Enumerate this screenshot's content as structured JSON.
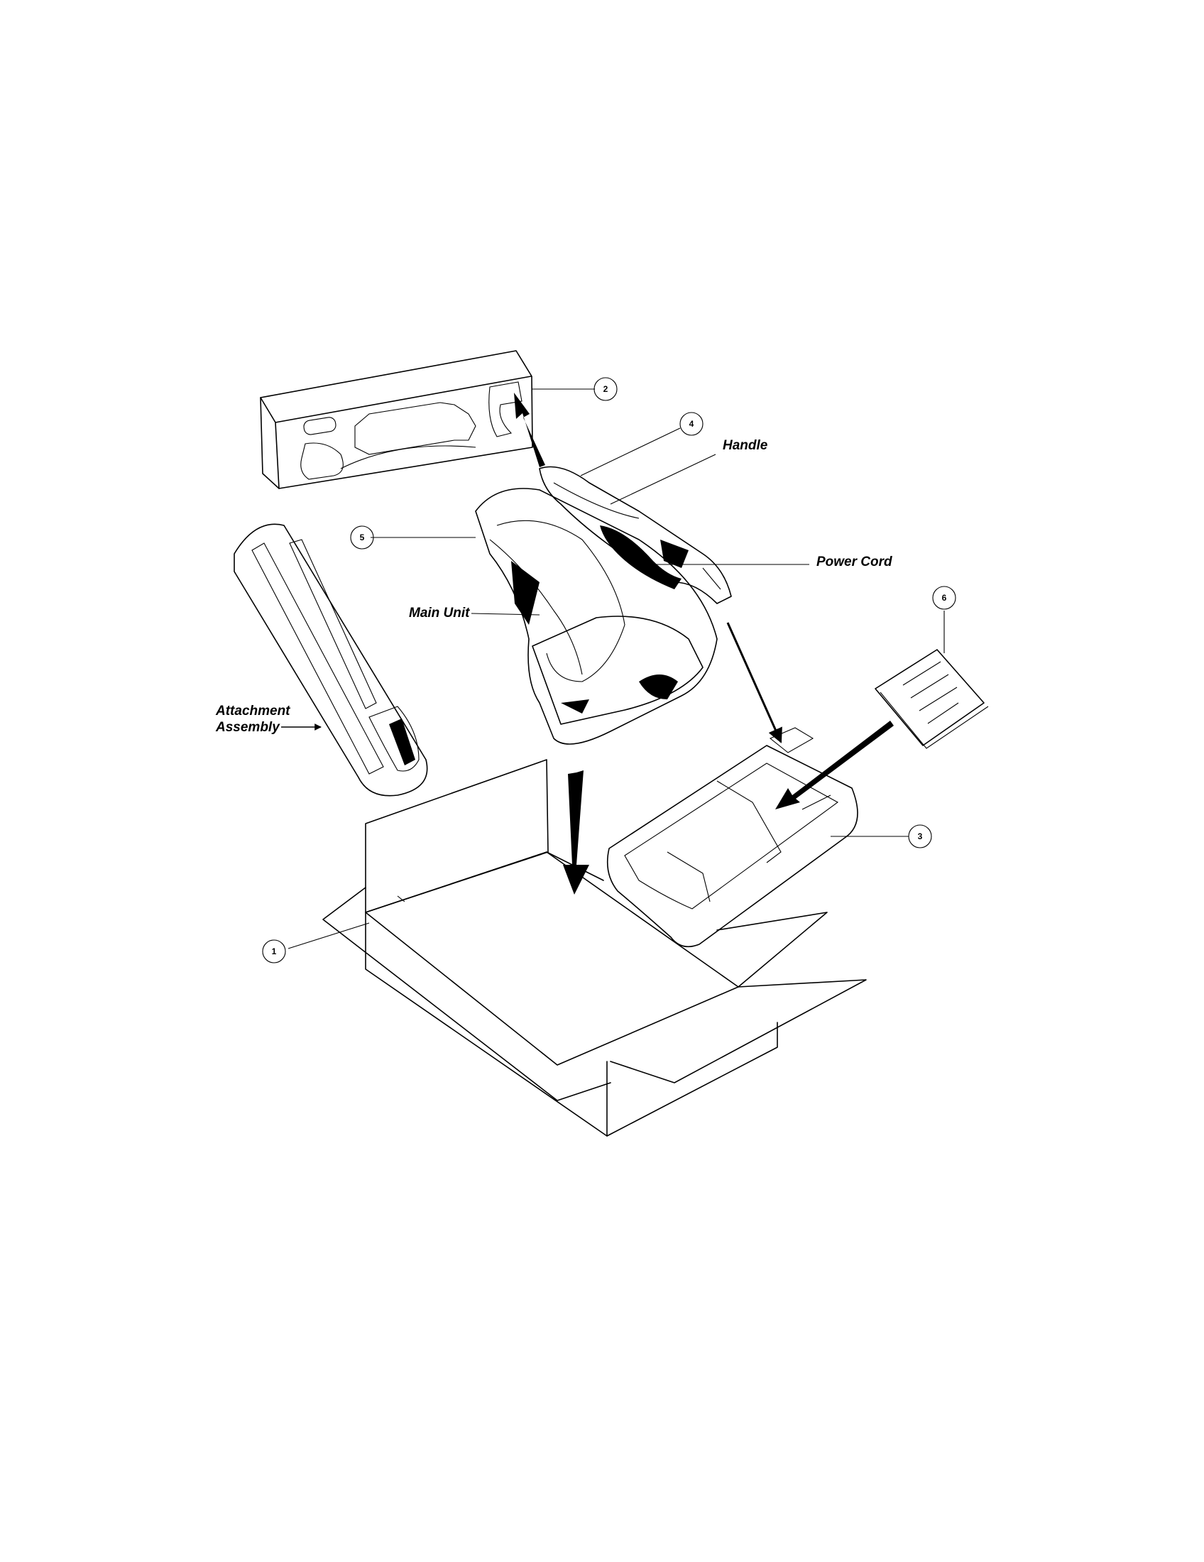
{
  "diagram": {
    "labels": {
      "handle": "Handle",
      "power_cord": "Power Cord",
      "main_unit": "Main Unit",
      "attachment_assembly_line1": "Attachment",
      "attachment_assembly_line2": "Assembly"
    },
    "callouts": [
      "1",
      "2",
      "3",
      "4",
      "5",
      "6"
    ],
    "colors": {
      "ink": "#000000",
      "paper": "#ffffff"
    }
  }
}
